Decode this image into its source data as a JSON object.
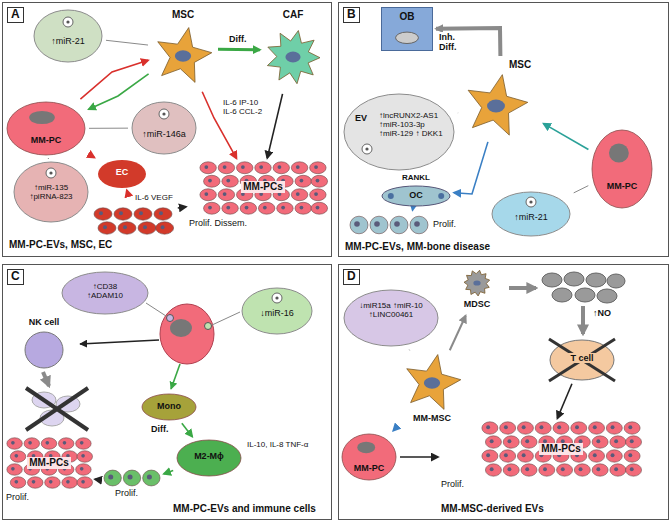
{
  "diagram": {
    "nodes": [
      {
        "text": [
          "A",
          "MM-PC-EVs, MSC, EC"
        ]
      },
      {
        "text": [
          "↑miR-21"
        ],
        "in": 0
      },
      {
        "text": [
          "MSC"
        ],
        "in": 0
      },
      {
        "text": [
          "CAF"
        ],
        "in": 0
      },
      {
        "text": [
          "MM-PC"
        ],
        "in": 0
      },
      {
        "text": [
          "↑miR-146a"
        ],
        "in": 0
      },
      {
        "text": [
          "↑miR-135 ↑piRNA-823"
        ],
        "in": 0
      },
      {
        "text": [
          "EC"
        ],
        "in": 0
      },
      {
        "text": [
          "IL-6 VEGF"
        ],
        "in": 0
      },
      {
        "text": [
          "MM-PCs",
          "Prolif. Dissem."
        ],
        "in": 0
      },
      {
        "text": [
          "B",
          "MM-PC-EVs, MM-bone disease"
        ]
      },
      {
        "text": [
          "OB"
        ],
        "in": 10
      },
      {
        "text": [
          "MSC"
        ],
        "in": 10
      },
      {
        "text": [
          "EV",
          "↑lncRUNX2-AS1 ↑miR-103-3p ↑miR-129 ↑ DKK1"
        ],
        "in": 10
      },
      {
        "text": [
          "RANKL",
          "OC"
        ],
        "in": 10
      },
      {
        "text": [
          "Prolif."
        ],
        "in": 10
      },
      {
        "text": [
          "↑miR-21"
        ],
        "in": 10
      },
      {
        "text": [
          "MM-PC"
        ],
        "in": 10
      },
      {
        "text": [
          "C",
          "MM-PC-EVs and immune cells"
        ]
      },
      {
        "text": [
          "↑CD38 ↑ADAM10"
        ],
        "in": 18
      },
      {
        "text": [
          "NK cell"
        ],
        "in": 18
      },
      {
        "text": [
          "↓miR-16"
        ],
        "in": 18
      },
      {
        "text": [
          "Mono"
        ],
        "in": 18
      },
      {
        "text": [
          "M2-Mϕ"
        ],
        "in": 18
      },
      {
        "text": [
          "Prolif."
        ],
        "in": 18
      },
      {
        "text": [
          "MM-PCs",
          "Prolif."
        ],
        "in": 18
      },
      {
        "text": [
          "D",
          "MM-MSC-derived EVs"
        ]
      },
      {
        "text": [
          "↓miR15a ↑miR-10 ↑LINC00461"
        ],
        "in": 26
      },
      {
        "text": [
          "MDSC"
        ],
        "in": 26
      },
      {
        "text": [
          "T cell"
        ],
        "in": 26
      },
      {
        "text": [
          "MM-MSC"
        ],
        "in": 26
      },
      {
        "text": [
          "MM-PC"
        ],
        "in": 26
      },
      {
        "text": [
          "MM-PCs",
          "Prolif."
        ],
        "in": 26
      }
    ],
    "edges": [
      {
        "from": 4,
        "to": 2,
        "arrow": "to"
      },
      {
        "from": 2,
        "to": 4,
        "arrow": "to"
      },
      {
        "from": 2,
        "to": 3,
        "label": "Diff.",
        "arrow": "to"
      },
      {
        "from": 2,
        "to": 9,
        "arrow": "to"
      },
      {
        "from": 3,
        "to": 9,
        "arrow": "to"
      },
      {
        "from": 4,
        "to": 7,
        "arrow": "to"
      },
      {
        "from": 7,
        "to": 8,
        "arrow": "to"
      },
      {
        "from": 8,
        "to": 9,
        "arrow": "to"
      },
      {
        "from": 1,
        "to": 2,
        "arrow": "none"
      },
      {
        "from": 5,
        "to": 4,
        "arrow": "none"
      },
      {
        "from": 6,
        "to": 4,
        "arrow": "none"
      },
      {
        "from": 12,
        "to": 11,
        "label": "Inh. Diff.",
        "arrow": "to"
      },
      {
        "from": 13,
        "to": 12,
        "arrow": "none"
      },
      {
        "from": 12,
        "to": 14,
        "arrow": "to"
      },
      {
        "from": 14,
        "to": 15,
        "arrow": "to"
      },
      {
        "from": 17,
        "to": 12,
        "arrow": "to"
      },
      {
        "from": 16,
        "to": 17,
        "arrow": "none"
      },
      {
        "from": 22,
        "to": 23,
        "label": "Diff.",
        "arrow": "to"
      },
      {
        "from": 23,
        "to": 24,
        "arrow": "to"
      },
      {
        "from": 24,
        "to": 25,
        "arrow": "to"
      },
      {
        "from": 27,
        "to": 30,
        "arrow": "none"
      },
      {
        "from": 30,
        "to": 28,
        "arrow": "to"
      },
      {
        "from": 30,
        "to": 31,
        "arrow": "to"
      },
      {
        "from": 31,
        "to": 32,
        "arrow": "to"
      },
      {
        "from": 29,
        "to": 32,
        "arrow": "to"
      }
    ],
    "labels": [
      "IL-6 IP-10 IL-6 CCL-2",
      "IL-10, IL-8 TNF-α",
      "↑NO"
    ]
  }
}
